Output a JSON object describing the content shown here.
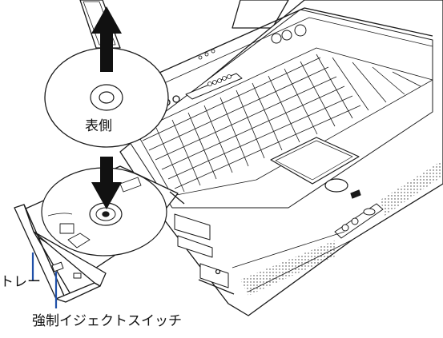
{
  "labels": {
    "disc_side": "表側",
    "tray": "トレー",
    "eject_switch": "強制イジェクトスイッチ"
  },
  "colors": {
    "line": "#1a1a1a",
    "leader": "#1f4fa8",
    "arrow": "#111111"
  },
  "icons": {
    "laptop": "laptop-icon",
    "disc": "cd-disc-icon",
    "arrow_up": "arrow-up-icon",
    "arrow_down": "arrow-down-icon"
  }
}
